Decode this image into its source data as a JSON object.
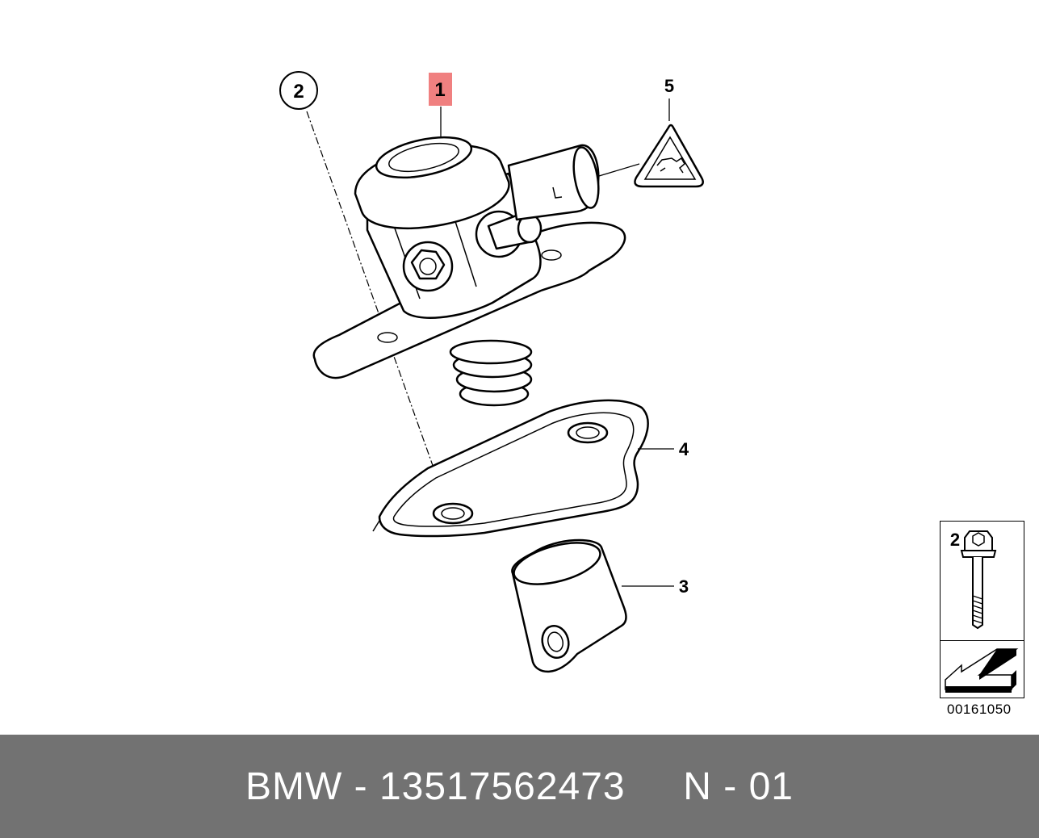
{
  "callouts": [
    {
      "id": "1",
      "label": "1",
      "highlighted": true
    },
    {
      "id": "2",
      "label": "2",
      "circled": true
    },
    {
      "id": "3",
      "label": "3"
    },
    {
      "id": "4",
      "label": "4"
    },
    {
      "id": "5",
      "label": "5"
    }
  ],
  "inset": {
    "bolt_label": "2",
    "diagram_number": "00161050"
  },
  "footer": {
    "text": "BMW - 13517562473     N - 01"
  },
  "colors": {
    "highlight": "#f08080",
    "footer_bg": "#727272",
    "footer_text": "#ffffff",
    "line": "#000000"
  }
}
